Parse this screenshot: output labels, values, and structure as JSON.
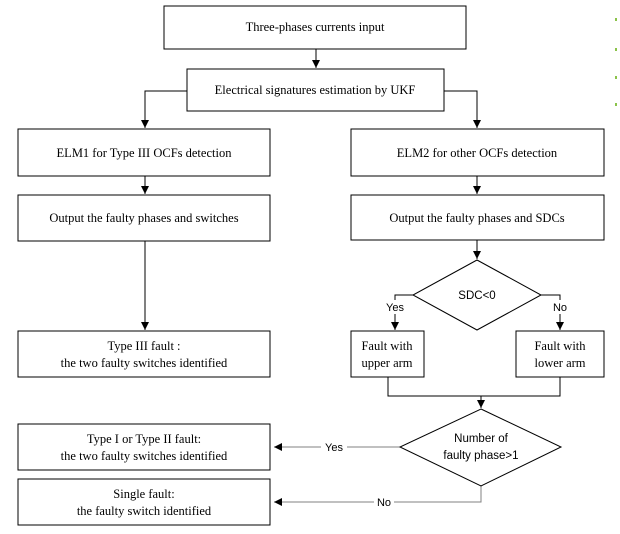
{
  "nodes": {
    "input": {
      "text": "Three-phases currents input"
    },
    "ukf": {
      "text": "Electrical signatures estimation by UKF"
    },
    "elm1": {
      "text": "ELM1 for Type III OCFs detection"
    },
    "elm2": {
      "text": "ELM2 for other OCFs detection"
    },
    "out1": {
      "text": "Output the faulty phases and switches"
    },
    "out2": {
      "text": "Output the faulty phases and SDCs"
    },
    "sdc": {
      "text": "SDC<0"
    },
    "type3": {
      "line1": "Type III fault :",
      "line2": "the two faulty switches identified"
    },
    "upper": {
      "line1": "Fault with",
      "line2": "upper arm"
    },
    "lower": {
      "line1": "Fault with",
      "line2": "lower arm"
    },
    "number": {
      "line1": "Number of",
      "line2": "faulty phase>1"
    },
    "type12": {
      "line1": "Type I or Type II fault:",
      "line2": "the two faulty switches identified"
    },
    "single": {
      "line1": "Single fault:",
      "line2": "the faulty switch identified"
    }
  },
  "edge_labels": {
    "sdc_yes": "Yes",
    "sdc_no": "No",
    "num_yes": "Yes",
    "num_no": "No"
  },
  "colors": {
    "line": "#000000",
    "text": "#000000",
    "fill": "#ffffff",
    "edge_marks": "#8bc34a"
  }
}
